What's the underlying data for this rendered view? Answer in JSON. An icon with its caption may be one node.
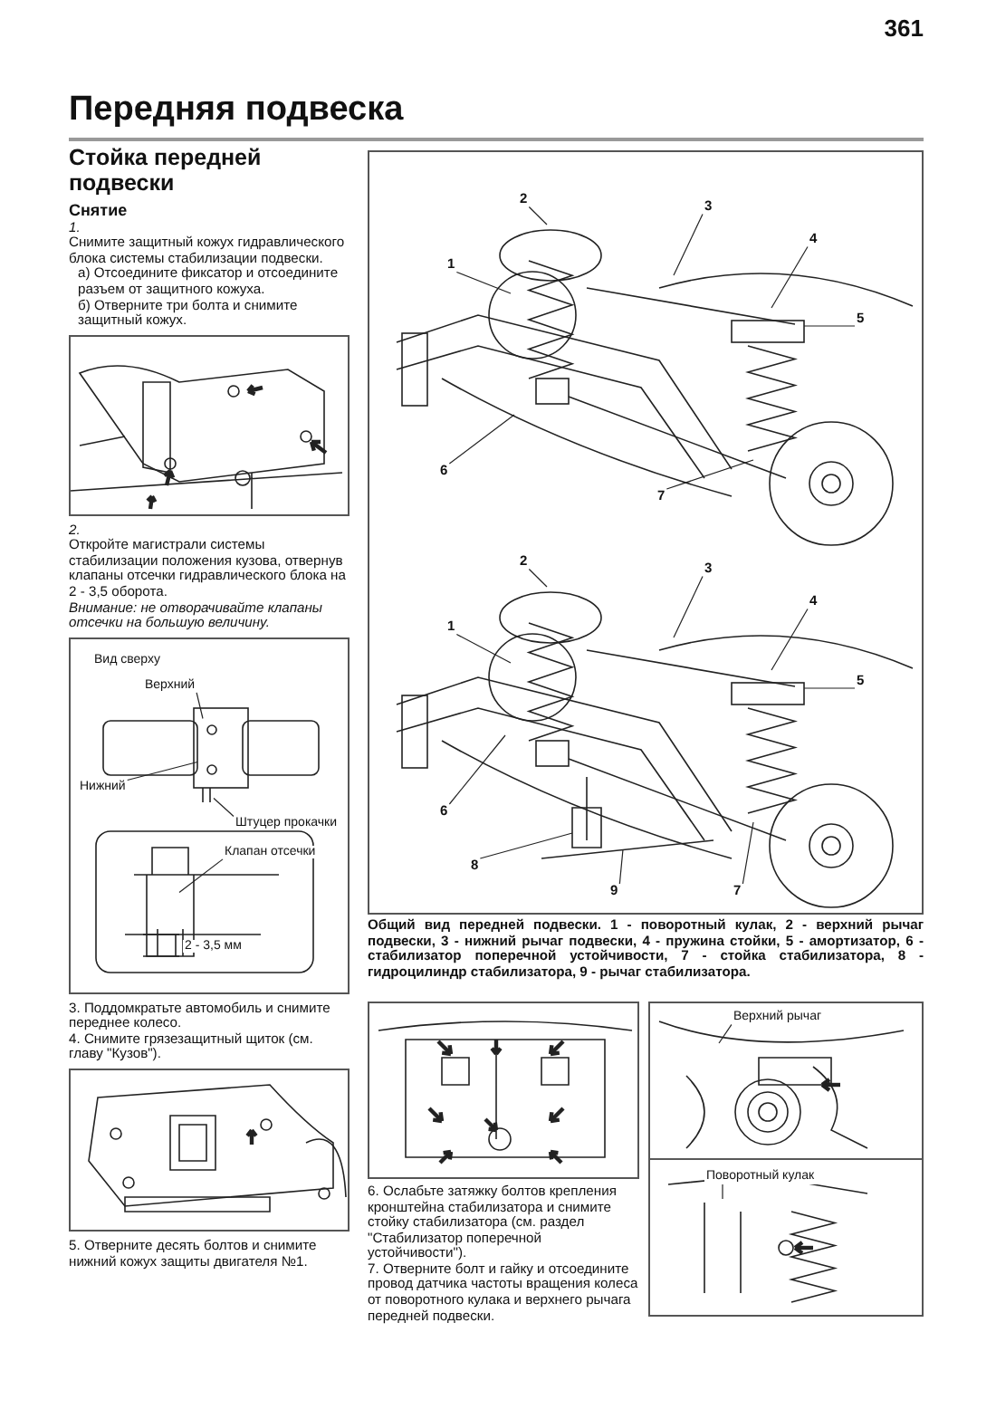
{
  "diagram": {
    "title": "Передняя подвеска",
    "nodes": [
      {
        "text": [
          "1"
        ]
      },
      {
        "text": [
          "2"
        ]
      },
      {
        "text": [
          "3"
        ]
      },
      {
        "text": [
          "4"
        ]
      },
      {
        "text": [
          "5"
        ]
      },
      {
        "text": [
          "6"
        ]
      },
      {
        "text": [
          "7"
        ]
      },
      {
        "text": [
          "1"
        ]
      },
      {
        "text": [
          "2"
        ]
      },
      {
        "text": [
          "3"
        ]
      },
      {
        "text": [
          "4"
        ]
      },
      {
        "text": [
          "5"
        ]
      },
      {
        "text": [
          "6"
        ]
      },
      {
        "text": [
          "7"
        ]
      },
      {
        "text": [
          "8"
        ]
      },
      {
        "text": [
          "9"
        ]
      },
      {
        "text": [
          "Верхний"
        ]
      },
      {
        "text": [
          "Нижний"
        ]
      },
      {
        "text": [
          "Штуцер прокачки"
        ]
      },
      {
        "text": [
          "Клапан отсечки"
        ]
      },
      {
        "text": [
          "Верхний рычаг"
        ]
      },
      {
        "text": [
          "Поворотный кулак"
        ]
      }
    ],
    "edges": [
      {
        "from": 0,
        "to": null,
        "arrow": "none"
      },
      {
        "from": 1,
        "to": null,
        "arrow": "none"
      },
      {
        "from": 2,
        "to": null,
        "arrow": "none"
      },
      {
        "from": 3,
        "to": null,
        "arrow": "none"
      },
      {
        "from": 4,
        "to": null,
        "arrow": "none"
      },
      {
        "from": 5,
        "to": null,
        "arrow": "none"
      },
      {
        "from": 6,
        "to": null,
        "arrow": "none"
      },
      {
        "from": 7,
        "to": null,
        "arrow": "none"
      },
      {
        "from": 8,
        "to": null,
        "arrow": "none"
      },
      {
        "from": 9,
        "to": null,
        "arrow": "none"
      },
      {
        "from": 10,
        "to": null,
        "arrow": "none"
      },
      {
        "from": 11,
        "to": null,
        "arrow": "none"
      },
      {
        "from": 12,
        "to": null,
        "arrow": "none"
      },
      {
        "from": 13,
        "to": null,
        "arrow": "none"
      },
      {
        "from": 14,
        "to": null,
        "arrow": "none"
      },
      {
        "from": 15,
        "to": null,
        "arrow": "none"
      },
      {
        "from": 16,
        "to": null,
        "arrow": "none"
      },
      {
        "from": 17,
        "to": null,
        "arrow": "none"
      },
      {
        "from": 18,
        "to": null,
        "arrow": "none"
      },
      {
        "from": 19,
        "to": null,
        "arrow": "none"
      },
      {
        "from": 20,
        "to": null,
        "arrow": "none"
      },
      {
        "from": 21,
        "to": null,
        "arrow": "none"
      }
    ],
    "labels": [
      "361",
      "Стойка передней подвески",
      "Снятие",
      "1.",
      "Снимите защитный кожух гидравлического блока системы стабилизации подвески.",
      "а) Отсоедините фиксатор и отсоедините разъем от защитного кожуха.",
      "б) Отверните три болта и снимите защитный кожух.",
      "2.",
      "Откройте магистрали системы стабилизации положения кузова, отвернув клапаны отсечки гидравлического блока на 2 - 3,5 оборота.",
      "Внимание: не отворачивайте клапаны отсечки на большую величину.",
      "Вид сверху",
      "2 - 3,5 мм",
      "3. Поддомкратьте автомобиль и снимите переднее колесо.",
      "4. Снимите грязезащитный щиток (см. главу \"Кузов\").",
      "5. Отверните десять болтов и снимите нижний кожух защиты двигателя №1.",
      "Общий вид передней подвески. 1 - поворотный кулак, 2 - верхний рычаг подвески, 3 - нижний рычаг подвески, 4 - пружина стойки, 5 - амортизатор, 6 - стабилизатор поперечной устойчивости, 7 - стойка стабилизатора, 8 - гидроцилиндр стабилизатора, 9 - рычаг стабилизатора.",
      "6. Ослабьте затяжку болтов крепления кронштейна стабилизатора и снимите стойку стабилизатора (см. раздел \"Стабилизатор поперечной устойчивости\").",
      "7. Отверните болт и гайку и отсоедините провод датчика частоты вращения колеса от поворотного кулака и верхнего рычага передней подвески."
    ]
  }
}
